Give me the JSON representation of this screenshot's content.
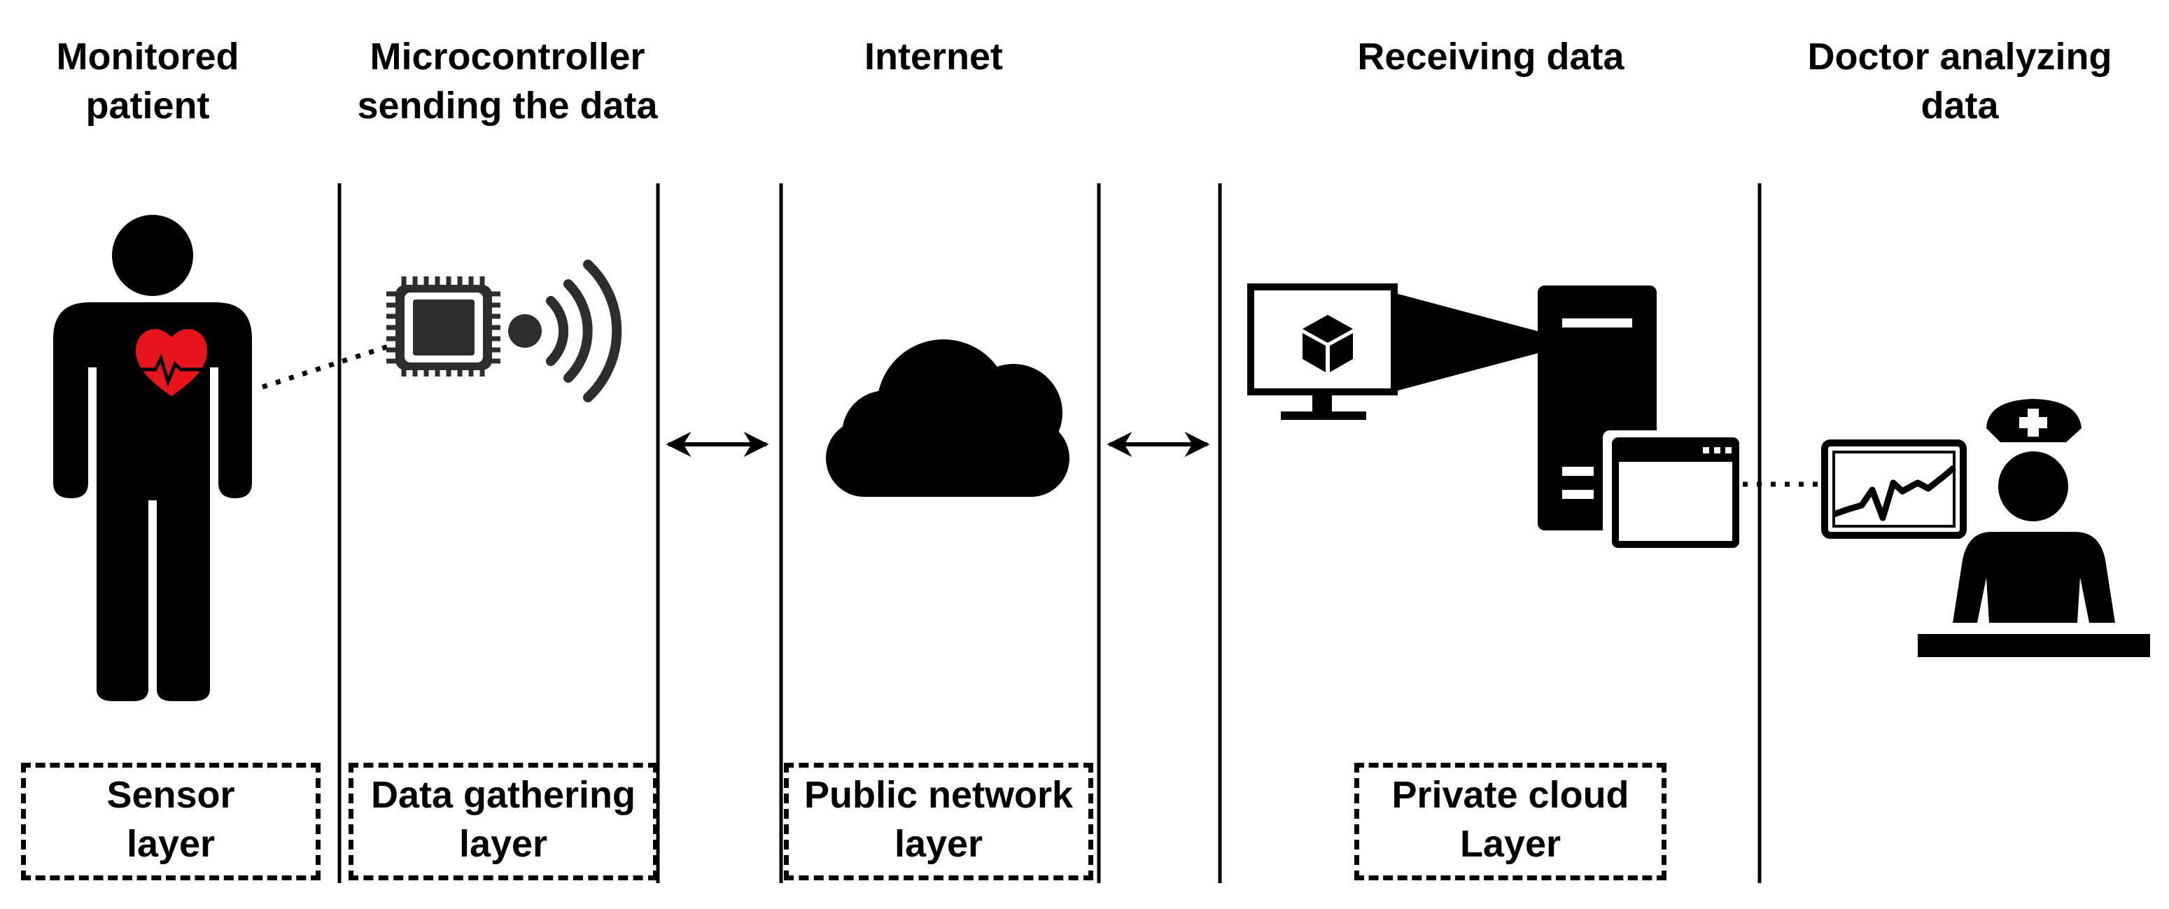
{
  "columns": [
    {
      "id": "patient",
      "title_lines": [
        "Monitored",
        "patient"
      ],
      "layer_lines": [
        "Sensor",
        "layer"
      ]
    },
    {
      "id": "microcontroller",
      "title_lines": [
        "Microcontroller",
        "sending the data"
      ],
      "layer_lines": [
        "Data gathering",
        "layer"
      ]
    },
    {
      "id": "internet",
      "title_lines": [
        "Internet"
      ],
      "layer_lines": [
        "Public network",
        "layer"
      ]
    },
    {
      "id": "receiving",
      "title_lines": [
        "Receiving data"
      ],
      "layer_lines": [
        "Private cloud",
        "Layer"
      ]
    },
    {
      "id": "doctor",
      "title_lines": [
        "Doctor analyzing",
        "data"
      ]
    }
  ],
  "icons": [
    "person-icon",
    "heart-icon",
    "microchip-icon",
    "wireless-signal-icon",
    "cloud-icon",
    "monitor-icon",
    "cube-icon",
    "server-tower-icon",
    "browser-window-icon",
    "chart-monitor-icon",
    "nurse-icon"
  ],
  "colors": {
    "line": "#000000",
    "heart": "#e8141b",
    "chip": "#2d2d2d"
  }
}
